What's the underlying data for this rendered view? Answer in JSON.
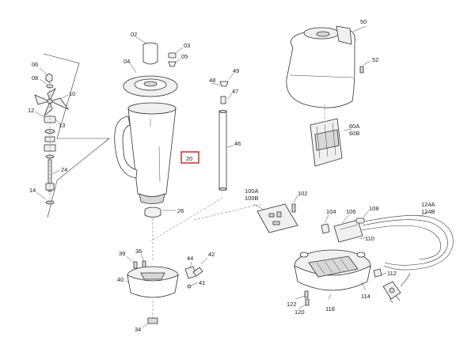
{
  "labels": {
    "p02": "02",
    "p03": "03",
    "p04": "04",
    "p05": "05",
    "p06": "06",
    "p08": "08",
    "p10": "10",
    "p12": "12",
    "p13": "13",
    "p14": "14",
    "p20": "20",
    "p24": "24",
    "p26": "26",
    "p34": "34",
    "p36": "36",
    "p39": "39",
    "p40": "40",
    "p41": "41",
    "p42": "42",
    "p44": "44",
    "p46": "46",
    "p47": "47",
    "p48": "48",
    "p49": "49",
    "p50": "50",
    "p52": "52",
    "p60a": "60A",
    "p60b": "60B",
    "p100a": "100A",
    "p100b": "100B",
    "p102": "102",
    "p104": "104",
    "p106": "106",
    "p108": "108",
    "p110": "110",
    "p112": "112",
    "p114": "114",
    "p118": "118",
    "p120": "120",
    "p122": "122",
    "p124a": "124A",
    "p124b": "124B"
  },
  "highlight": {
    "part": "20",
    "color": "#d42a2a"
  }
}
